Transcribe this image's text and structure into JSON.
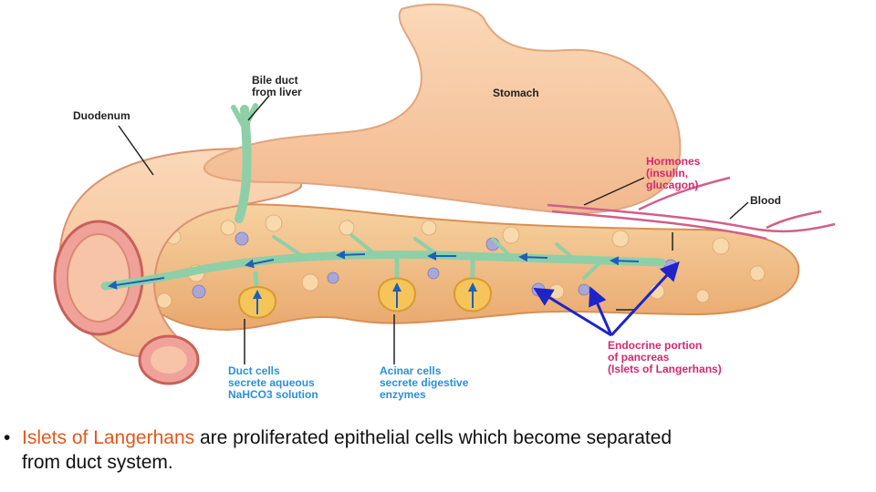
{
  "labels": {
    "bile_duct": [
      "Bile duct",
      "from liver"
    ],
    "stomach": "Stomach",
    "duodenum": "Duodenum",
    "hormones": [
      "Hormones",
      "(insulin,",
      "glucagon)"
    ],
    "blood": "Blood",
    "duct_cells": [
      "Duct cells",
      "secrete aqueous",
      "NaHCO3 solution"
    ],
    "acinar_cells": [
      "Acinar cells",
      "secrete digestive",
      "enzymes"
    ],
    "endocrine": [
      "Endocrine portion",
      "of pancreas",
      "(Islets of Langerhans)"
    ]
  },
  "caption": {
    "bullet": "•",
    "highlight": "Islets of Langerhans",
    "line1_rest": " are proliferated epithelial cells which become separated",
    "line2": "from duct system."
  },
  "colors": {
    "stomach": "#f7c9a0",
    "pancreas": "#f2c28a",
    "duct": "#8fcfa8",
    "arrow": "#1e24c8",
    "highlight": "#e2581e"
  }
}
